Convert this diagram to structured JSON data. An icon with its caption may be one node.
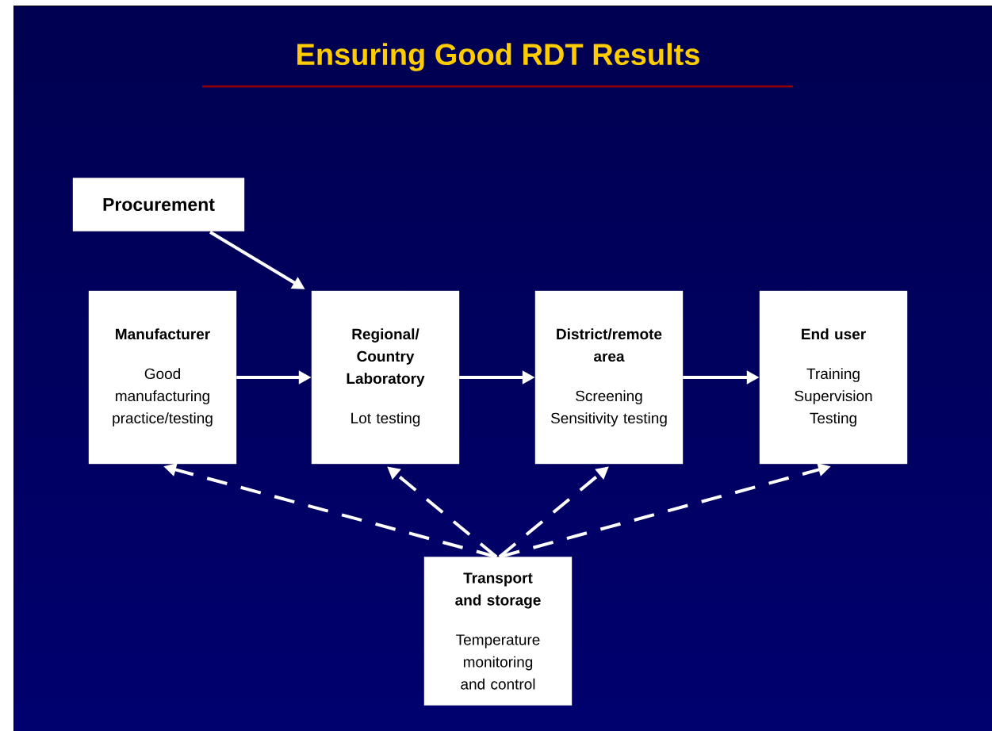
{
  "diagram": {
    "title": "Ensuring Good RDT Results",
    "nodes": [
      {
        "text": [
          "Procurement"
        ]
      },
      {
        "text": [
          "Manufacturer",
          "Good manufacturing practice/testing"
        ]
      },
      {
        "text": [
          "Regional/ Country Laboratory",
          "Lot testing"
        ]
      },
      {
        "text": [
          "District/remote area",
          "Screening Sensitivity testing"
        ]
      },
      {
        "text": [
          "End user",
          "Training Supervision Testing"
        ]
      },
      {
        "text": [
          "Transport and storage",
          "Temperature monitoring and control"
        ]
      }
    ],
    "edges": [
      {
        "from": 0,
        "to": 2,
        "arrow": "to"
      },
      {
        "from": 1,
        "to": 2,
        "arrow": "to"
      },
      {
        "from": 2,
        "to": 3,
        "arrow": "to"
      },
      {
        "from": 3,
        "to": 4,
        "arrow": "to"
      },
      {
        "from": 5,
        "to": 1,
        "arrow": "to",
        "style": "dashed"
      },
      {
        "from": 5,
        "to": 2,
        "arrow": "to",
        "style": "dashed"
      },
      {
        "from": 5,
        "to": 3,
        "arrow": "to",
        "style": "dashed"
      },
      {
        "from": 5,
        "to": 4,
        "arrow": "to",
        "style": "dashed"
      }
    ]
  }
}
